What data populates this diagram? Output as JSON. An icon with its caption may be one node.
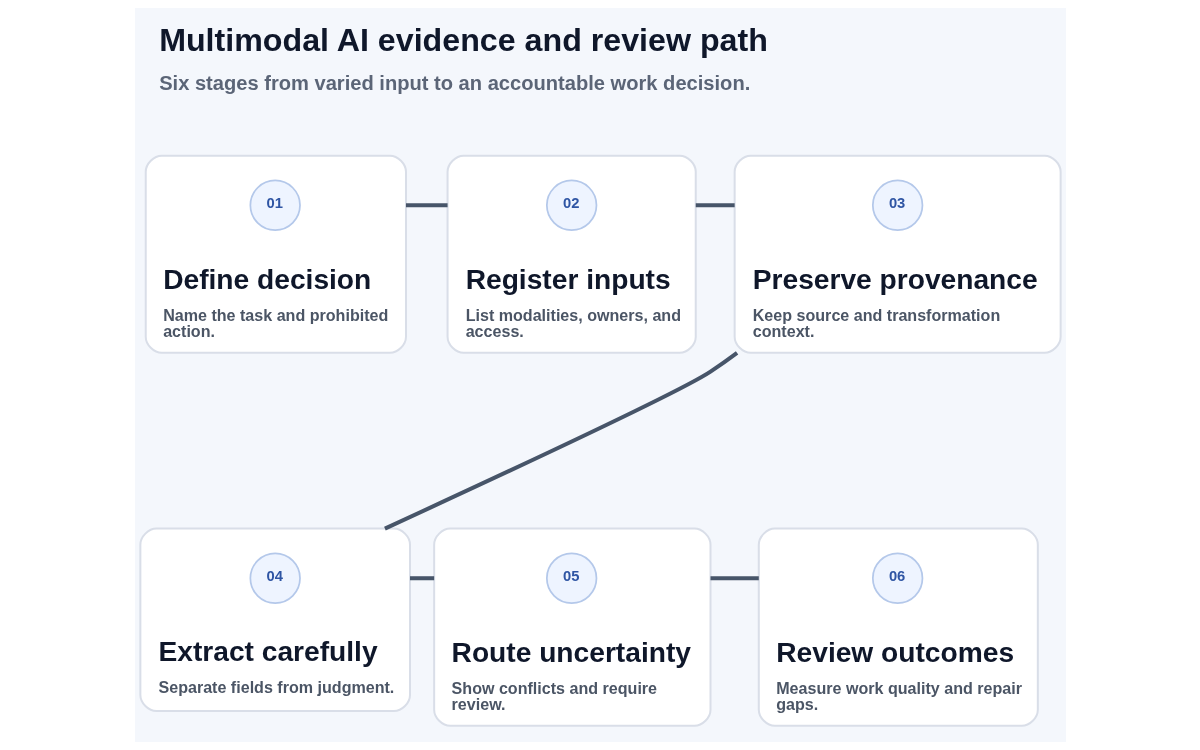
{
  "diagram": {
    "title": "Multimodal AI evidence and review path",
    "caption": "Six stages from varied input to an accountable work decision.",
    "nodes": [
      {
        "text": [
          "Define decision",
          "Name the task and prohibited action."
        ]
      },
      {
        "text": [
          "01"
        ],
        "in": 0
      },
      {
        "text": [
          "Register inputs",
          "List modalities, owners, and access."
        ]
      },
      {
        "text": [
          "02"
        ],
        "in": 2
      },
      {
        "text": [
          "Preserve provenance",
          "Keep source and transformation context."
        ]
      },
      {
        "text": [
          "03"
        ],
        "in": 4
      },
      {
        "text": [
          "Extract carefully",
          "Separate fields from judgment."
        ]
      },
      {
        "text": [
          "04"
        ],
        "in": 6
      },
      {
        "text": [
          "Route uncertainty",
          "Show conflicts and require review."
        ]
      },
      {
        "text": [
          "05"
        ],
        "in": 8
      },
      {
        "text": [
          "Review outcomes",
          "Measure work quality and repair gaps."
        ]
      },
      {
        "text": [
          "06"
        ],
        "in": 10
      }
    ],
    "edges": [
      {
        "from": 0,
        "to": 2,
        "arrow": "none"
      },
      {
        "from": 2,
        "to": 4,
        "arrow": "none"
      },
      {
        "from": 4,
        "to": 6,
        "arrow": "none"
      },
      {
        "from": 6,
        "to": 8,
        "arrow": "none"
      },
      {
        "from": 8,
        "to": 10,
        "arrow": "none"
      }
    ]
  }
}
